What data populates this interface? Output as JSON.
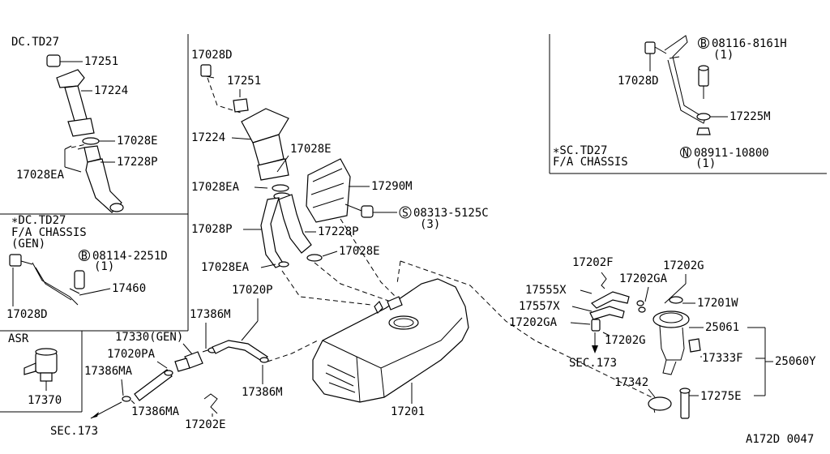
{
  "panels": {
    "dc_td27": "DC.TD27",
    "dc_td27_fa_1": "∗DC.TD27",
    "dc_td27_fa_2": "F/A CHASSIS",
    "dc_td27_fa_3": "(GEN)",
    "sc_td27_1": "∗SC.TD27",
    "sc_td27_2": "F/A CHASSIS",
    "asr": "ASR"
  },
  "parts": {
    "p17251_a": "17251",
    "p17224_a": "17224",
    "p17028E_a": "17028E",
    "p17228P_a": "17228P",
    "p17028EA_a": "17028EA",
    "b08114": "08114-2251D",
    "b08114_qty": "(1)",
    "p17460": "17460",
    "p17028D_a": "17028D",
    "p17370": "17370",
    "p17028D_b": "17028D",
    "p17251_b": "17251",
    "p17224_b": "17224",
    "p17028E_b": "17028E",
    "p17028EA_b": "17028EA",
    "p17290M": "17290M",
    "s08313": "08313-5125C",
    "s08313_qty": "(3)",
    "p17028P": "17028P",
    "p17228P_b": "17228P",
    "p17028EA_c": "17028EA",
    "p17028E_c": "17028E",
    "p17020P": "17020P",
    "p17386M_a": "17386M",
    "p17330": "17330(GEN)",
    "p17020PA": "17020PA",
    "p17386MA_a": "17386MA",
    "p17386MA_b": "17386MA",
    "p17386M_b": "17386M",
    "p17202E": "17202E",
    "sec173_a": "SEC.173",
    "p17201": "17201",
    "b08116": "08116-8161H",
    "b08116_qty": "(1)",
    "p17028D_c": "17028D",
    "p17225M": "17225M",
    "n08911": "08911-10800",
    "n08911_qty": "(1)",
    "p17202F": "17202F",
    "p17202G_a": "17202G",
    "p17202GA_a": "17202GA",
    "p17555X": "17555X",
    "p17557X": "17557X",
    "p17201W": "17201W",
    "p17202GA_b": "17202GA",
    "p17202G_b": "17202G",
    "p25061": "25061",
    "sec173_b": "SEC.173",
    "p17333F": "17333F",
    "p25060Y": "25060Y",
    "p17342": "17342",
    "p17275E": "17275E"
  },
  "symbols": {
    "bolt_B": "B",
    "screw_S": "S",
    "nut_N": "N"
  },
  "diagram_code": "A172D 0047"
}
